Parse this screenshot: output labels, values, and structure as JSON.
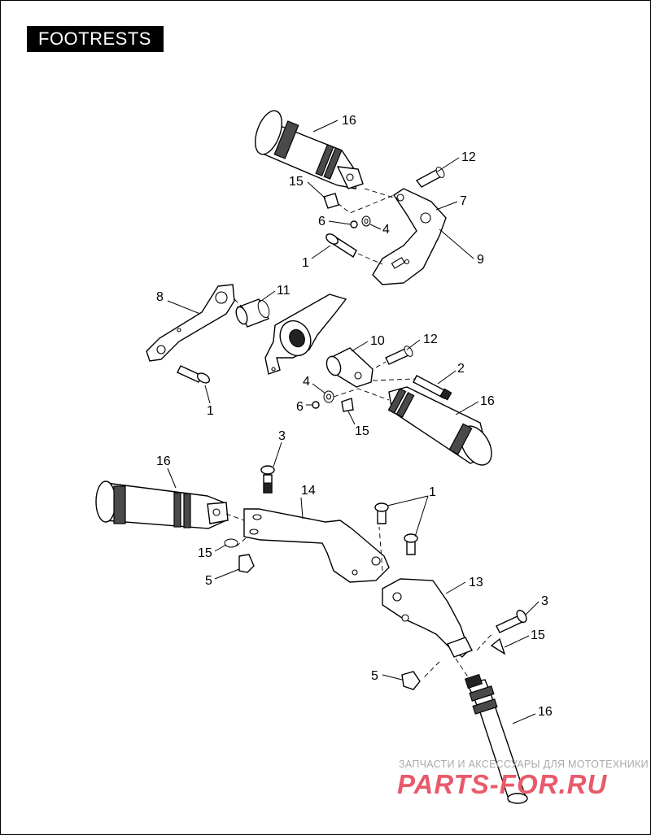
{
  "title": "FOOTRESTS",
  "callouts": {
    "top_peg_16": "16",
    "top_pin_12": "12",
    "top_clip_15": "15",
    "top_bracket_7": "7",
    "top_ball_6": "6",
    "top_washer_4": "4",
    "top_screw_1": "1",
    "top_bracket_9": "9",
    "mid_arm_8": "8",
    "mid_bushing_11": "11",
    "mid_clevis_10": "10",
    "mid_pin_12": "12",
    "mid_screw_2": "2",
    "mid_washer_4": "4",
    "mid_peg_16": "16",
    "mid_ball_6": "6",
    "mid_clip_15": "15",
    "mid_screw_1": "1",
    "bot_screw_3": "3",
    "bot_peg_16": "16",
    "bot_bracket_14": "14",
    "bot_screws_1": "1",
    "bot_clip_15": "15",
    "bot_nut_5": "5",
    "bot_bracket_13": "13",
    "bot_screw_3b": "3",
    "bot_clip_15b": "15",
    "bot_nut_5b": "5",
    "bot_peg_16b": "16"
  },
  "watermark": {
    "line1": "ЗАПЧАСТИ И АКСЕССУАРЫ ДЛЯ МОТОТЕХНИКИ",
    "line2": "PARTS-FOR.RU"
  }
}
